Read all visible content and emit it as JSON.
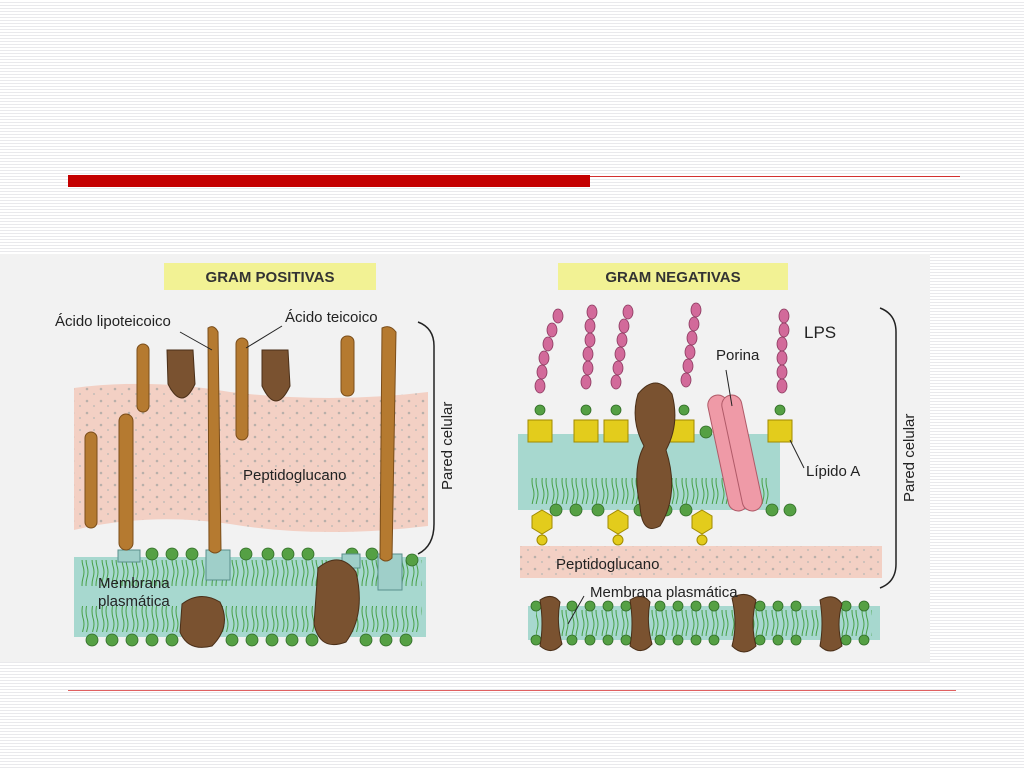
{
  "slide": {
    "colors": {
      "accent_rule": "#c40000",
      "banner": "#f2f294",
      "peptidoglycan": "#f3d0c4",
      "membrane": "#a7d8cf",
      "lipid_head": "#55a044",
      "protein": "#7a5230",
      "teichoic": "#b57a30",
      "lipid_a": "#e3cc1c",
      "porin": "#ef9aa7",
      "o_antigen": "#d26a9a"
    },
    "gram_pos": {
      "title": "GRAM POSITIVAS",
      "label_lipoteichoic": "Ácido lipoteicoico",
      "label_teichoic": "Ácido teicoico",
      "label_peptidoglycan": "Peptidoglucano",
      "label_membrane_1": "Membrana",
      "label_membrane_2": "plasmática",
      "label_wall": "Pared celular"
    },
    "gram_neg": {
      "title": "GRAM NEGATIVAS",
      "label_lps": "LPS",
      "label_porin": "Porina",
      "label_lipid_a": "Lípido A",
      "label_peptidoglycan": "Peptidoglucano",
      "label_membrane": "Membrana plasmática",
      "label_wall": "Pared celular"
    }
  }
}
